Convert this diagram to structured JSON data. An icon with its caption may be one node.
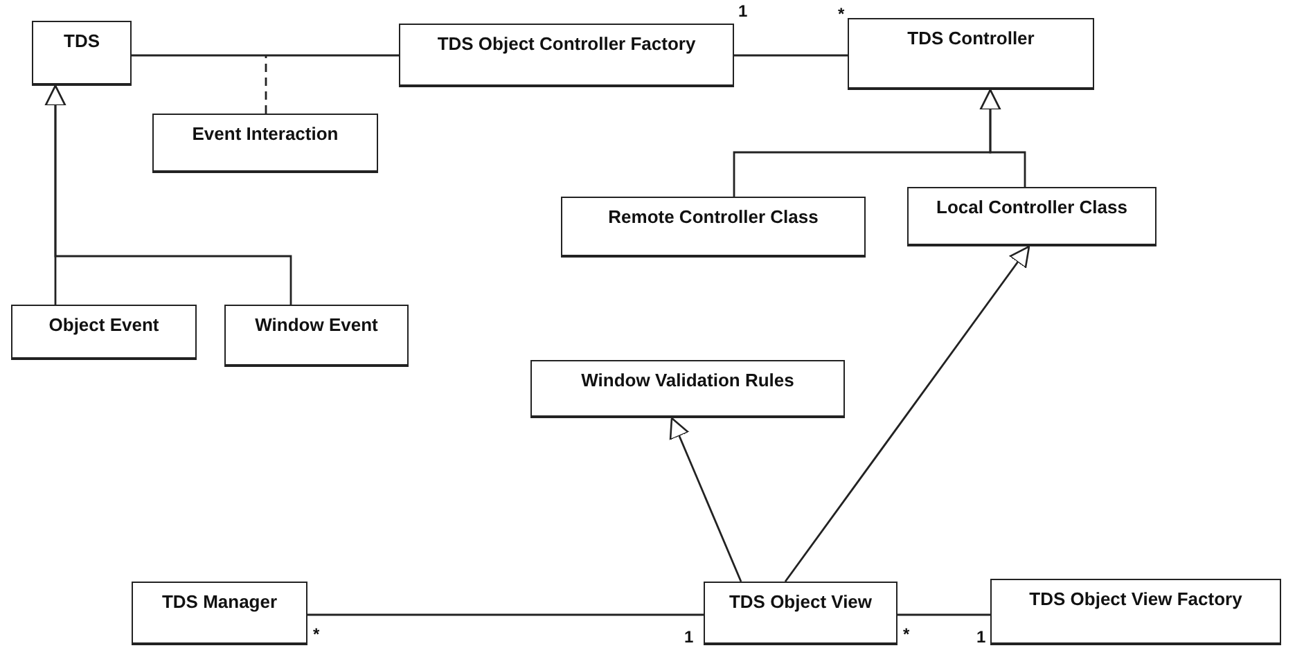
{
  "diagram": {
    "nodes": [
      {
        "text": [
          "TDS"
        ]
      },
      {
        "text": [
          "TDS Object Controller Factory"
        ]
      },
      {
        "text": [
          "TDS Controller"
        ]
      },
      {
        "text": [
          "Event Interaction"
        ]
      },
      {
        "text": [
          "Remote Controller Class"
        ]
      },
      {
        "text": [
          "Local Controller Class"
        ]
      },
      {
        "text": [
          "Object Event"
        ]
      },
      {
        "text": [
          "Window Event"
        ]
      },
      {
        "text": [
          "Window Validation Rules"
        ]
      },
      {
        "text": [
          "TDS Manager"
        ]
      },
      {
        "text": [
          "TDS Object View"
        ]
      },
      {
        "text": [
          "TDS Object View Factory"
        ]
      }
    ],
    "edges": [
      {
        "from": 0,
        "to": 1,
        "arrow": "none"
      },
      {
        "from": 3,
        "to": null,
        "arrow": "none",
        "style": "dashed"
      },
      {
        "from": 1,
        "to": 2,
        "arrow": "none"
      },
      {
        "from": 4,
        "to": 2,
        "arrow": "to"
      },
      {
        "from": 5,
        "to": 2,
        "arrow": "to"
      },
      {
        "from": 6,
        "to": 0,
        "arrow": "to"
      },
      {
        "from": 7,
        "to": 0,
        "arrow": "to"
      },
      {
        "from": 10,
        "to": 8,
        "arrow": "to"
      },
      {
        "from": 10,
        "to": 5,
        "arrow": "to"
      },
      {
        "from": 9,
        "to": 10,
        "arrow": "none"
      },
      {
        "from": 10,
        "to": 11,
        "arrow": "none"
      }
    ],
    "labels": [
      "1",
      "*",
      "*",
      "1",
      "*",
      "1"
    ]
  }
}
